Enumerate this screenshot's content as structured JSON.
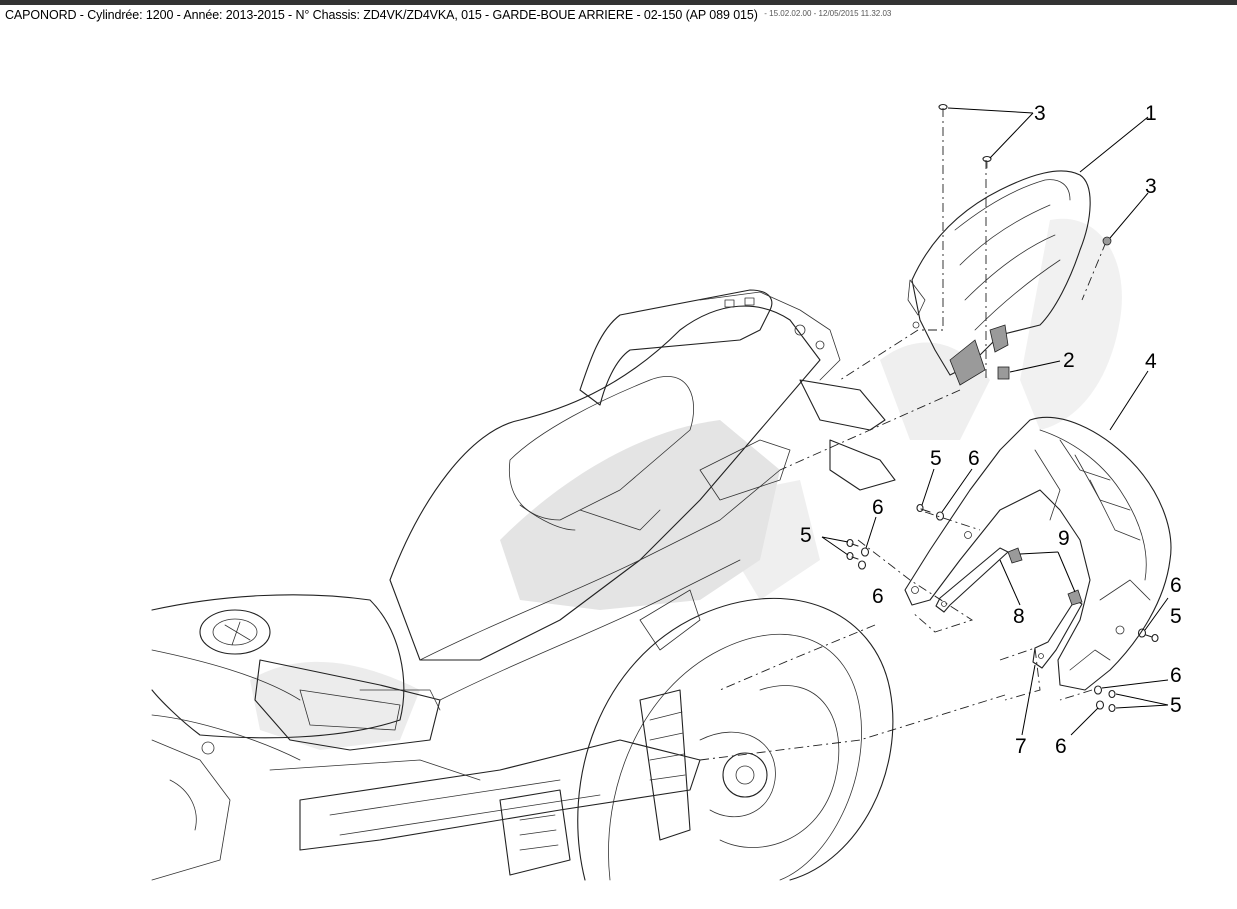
{
  "header": {
    "title": "CAPONORD - Cylindrée: 1200 - Année: 2013-2015 - N° Chassis: ZD4VK/ZD4VKA, 015 - GARDE-BOUE ARRIERE - 02-150 (AP 089 015)",
    "meta": "- 15.02.02.00 - 12/05/2015 11.32.03"
  },
  "callouts": {
    "c1": "1",
    "c2": "2",
    "c3a": "3",
    "c3b": "3",
    "c4": "4",
    "c5a": "5",
    "c5b": "5",
    "c5c": "5",
    "c5d": "5",
    "c6a": "6",
    "c6b": "6",
    "c6c": "6",
    "c6d": "6",
    "c6e": "6",
    "c6f": "6",
    "c7": "7",
    "c8": "8",
    "c9": "9"
  }
}
